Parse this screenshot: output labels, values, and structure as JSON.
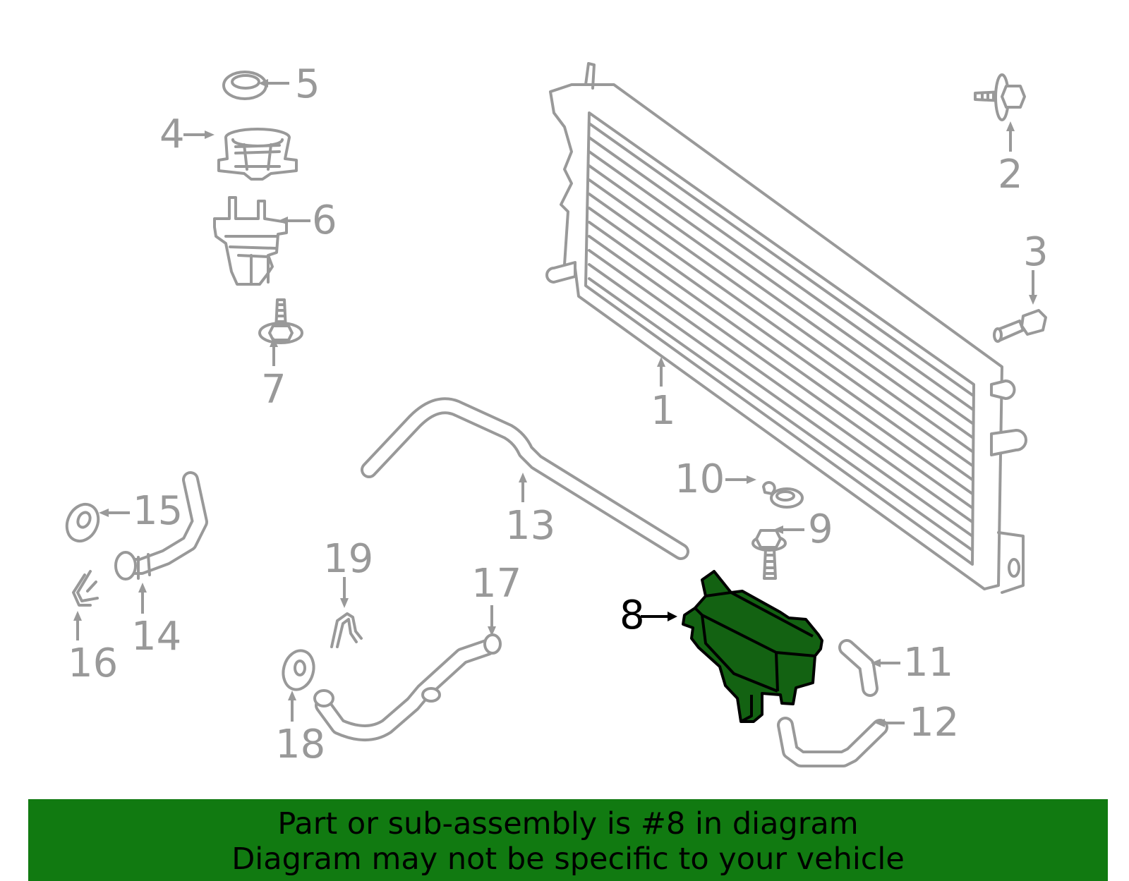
{
  "callouts": [
    {
      "id": "1",
      "label": "1"
    },
    {
      "id": "2",
      "label": "2"
    },
    {
      "id": "3",
      "label": "3"
    },
    {
      "id": "4",
      "label": "4"
    },
    {
      "id": "5",
      "label": "5"
    },
    {
      "id": "6",
      "label": "6"
    },
    {
      "id": "7",
      "label": "7"
    },
    {
      "id": "8",
      "label": "8",
      "highlighted": true
    },
    {
      "id": "9",
      "label": "9"
    },
    {
      "id": "10",
      "label": "10"
    },
    {
      "id": "11",
      "label": "11"
    },
    {
      "id": "12",
      "label": "12"
    },
    {
      "id": "13",
      "label": "13"
    },
    {
      "id": "14",
      "label": "14"
    },
    {
      "id": "15",
      "label": "15"
    },
    {
      "id": "16",
      "label": "16"
    },
    {
      "id": "17",
      "label": "17"
    },
    {
      "id": "18",
      "label": "18"
    },
    {
      "id": "19",
      "label": "19"
    }
  ],
  "banner": {
    "line1": "Part or sub-assembly is #8 in diagram",
    "line2": "Diagram may not be specific to your vehicle"
  },
  "colors": {
    "part_outline": "#999999",
    "highlight_fill": "#136212",
    "banner_background": "#117a11",
    "highlight_label": "#000000"
  }
}
